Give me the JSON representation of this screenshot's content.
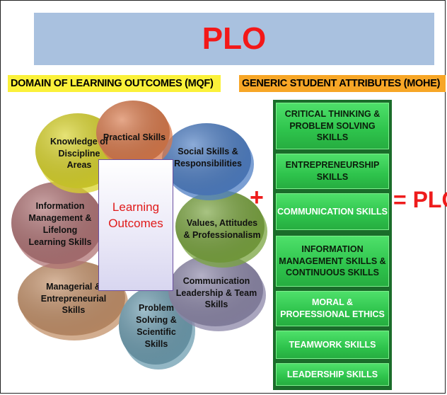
{
  "title": "PLO",
  "header_left": "DOMAIN OF LEARNING OUTCOMES (MQF)",
  "header_right": "GENERIC STUDENT ATTRIBUTES (MOHE)",
  "center": "Learning Outcomes",
  "plus": "+",
  "result": "= PLO",
  "petals": [
    {
      "label": "Practical Skills",
      "color": "#d97a4c"
    },
    {
      "label": "Social Skills & Responsibilities",
      "color": "#4f7fc4"
    },
    {
      "label": "Values, Attitudes & Professionalism",
      "color": "#7aa440"
    },
    {
      "label": "Communication Leadership & Team Skills",
      "color": "#8c87a8"
    },
    {
      "label": "Problem Solving & Scientific Skills",
      "color": "#6e9db0"
    },
    {
      "label": "Managerial & Entrepreneurial Skills",
      "color": "#c3916a"
    },
    {
      "label": "Information Management & Lifelong Learning Skills",
      "color": "#b07476"
    },
    {
      "label": "Knowledge of Discipline Areas",
      "color": "#d9d42c"
    }
  ],
  "attributes": [
    "CRITICAL THINKING & PROBLEM SOLVING SKILLS",
    "ENTREPRENEURSHIP SKILLS",
    "COMMUNICATION SKILLS",
    "INFORMATION MANAGEMENT SKILLS & CONTINUOUS SKILLS",
    "MORAL & PROFESSIONAL ETHICS",
    "TEAMWORK SKILLS",
    "LEADERSHIP SKILLS"
  ]
}
